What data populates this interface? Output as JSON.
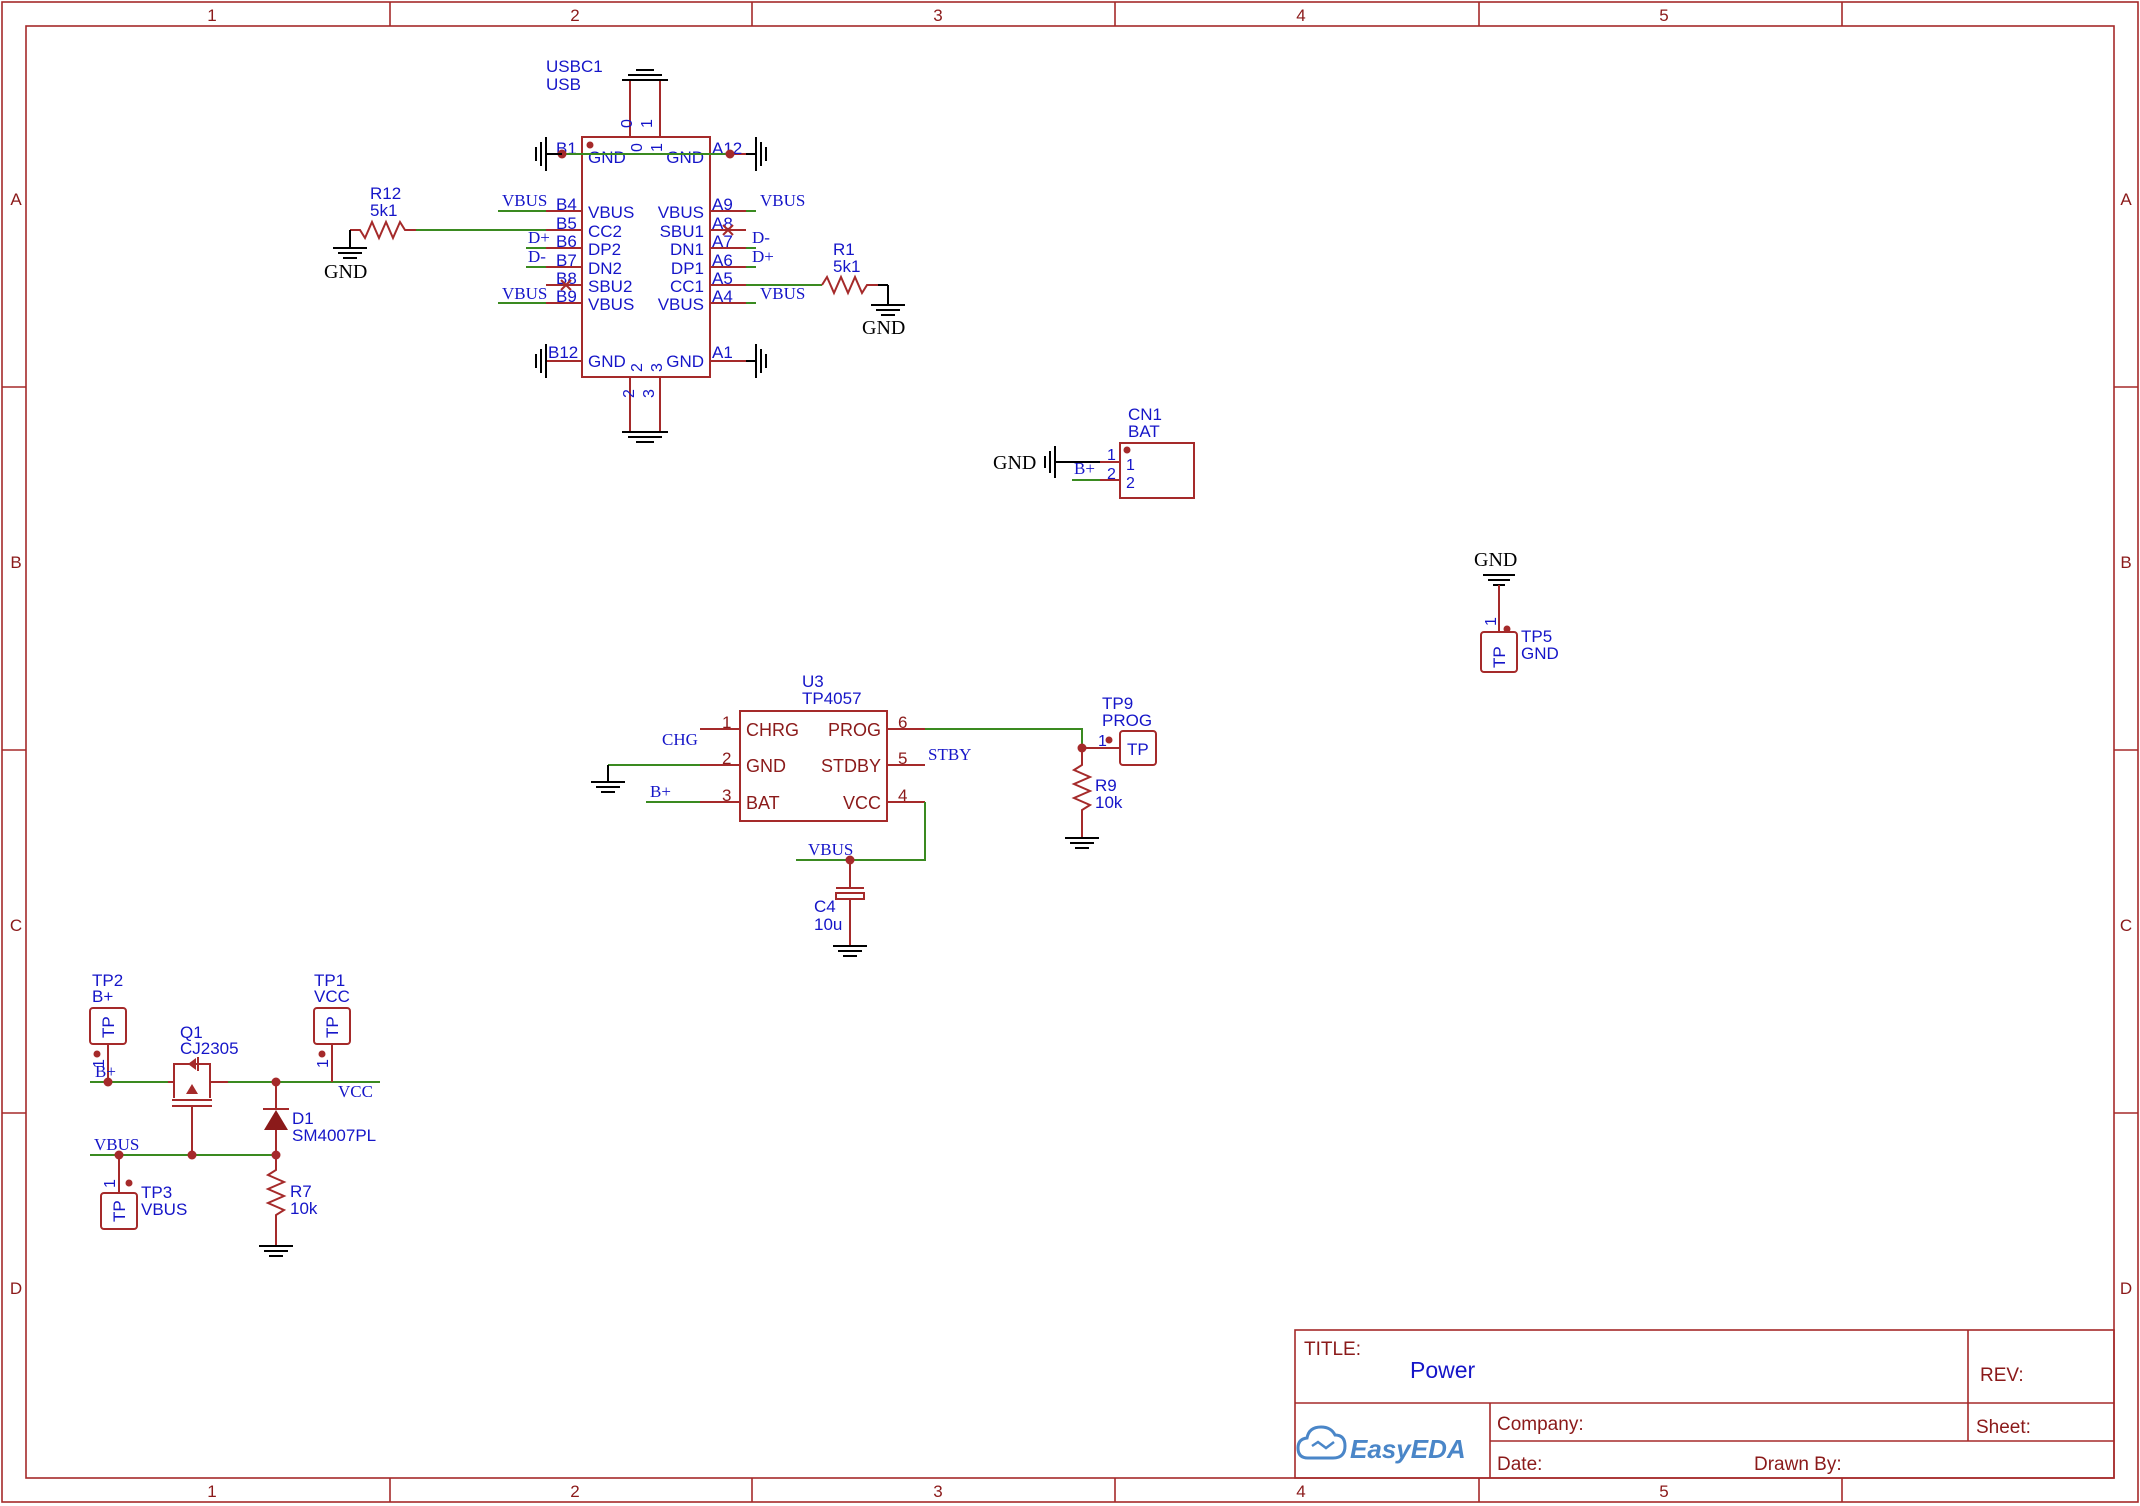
{
  "title_block": {
    "title_label": "TITLE:",
    "title_value": "Power",
    "rev_label": "REV:",
    "company_label": "Company:",
    "sheet_label": "Sheet:",
    "date_label": "Date:",
    "drawn_by_label": "Drawn By:",
    "logo_text": "EasyEDA"
  },
  "frame": {
    "columns": [
      "1",
      "2",
      "3",
      "4",
      "5"
    ],
    "rows": [
      "A",
      "B",
      "C",
      "D"
    ]
  },
  "components": {
    "usbc1": {
      "ref": "USBC1",
      "value": "USB",
      "top_pins": [
        "0",
        "1"
      ],
      "bottom_pins": [
        "2",
        "3"
      ],
      "inner_top": [
        "0",
        "1"
      ],
      "inner_bottom": [
        "2",
        "3"
      ],
      "left_pins": [
        "B1",
        "B4",
        "B5",
        "B6",
        "B7",
        "B8",
        "B9",
        "B12"
      ],
      "left_names": [
        "GND",
        "VBUS",
        "CC2",
        "DP2",
        "DN2",
        "SBU2",
        "VBUS",
        "GND"
      ],
      "right_pins": [
        "A12",
        "A9",
        "A8",
        "A7",
        "A6",
        "A5",
        "A4",
        "A1"
      ],
      "right_names": [
        "GND",
        "VBUS",
        "SBU1",
        "DN1",
        "DP1",
        "CC1",
        "VBUS",
        "GND"
      ]
    },
    "r12": {
      "ref": "R12",
      "value": "5k1"
    },
    "r1": {
      "ref": "R1",
      "value": "5k1"
    },
    "cn1": {
      "ref": "CN1",
      "value": "BAT",
      "pins": [
        "1",
        "2"
      ],
      "inner": [
        "1",
        "2"
      ]
    },
    "tp5": {
      "ref": "TP5",
      "value": "GND",
      "pin": "1",
      "label": "TP"
    },
    "u3": {
      "ref": "U3",
      "value": "TP4057",
      "left_pins": [
        "1",
        "2",
        "3"
      ],
      "left_names": [
        "CHRG",
        "GND",
        "BAT"
      ],
      "right_pins": [
        "6",
        "5",
        "4"
      ],
      "right_names": [
        "PROG",
        "STDBY",
        "VCC"
      ]
    },
    "tp9": {
      "ref": "TP9",
      "value": "PROG",
      "pin": "1",
      "label": "TP"
    },
    "r9": {
      "ref": "R9",
      "value": "10k"
    },
    "c4": {
      "ref": "C4",
      "value": "10u"
    },
    "tp2": {
      "ref": "TP2",
      "value": "B+",
      "pin": "1",
      "label": "TP"
    },
    "tp1": {
      "ref": "TP1",
      "value": "VCC",
      "pin": "1",
      "label": "TP"
    },
    "q1": {
      "ref": "Q1",
      "value": "CJ2305"
    },
    "d1": {
      "ref": "D1",
      "value": "SM4007PL"
    },
    "r7": {
      "ref": "R7",
      "value": "10k"
    },
    "tp3": {
      "ref": "TP3",
      "value": "VBUS",
      "pin": "1",
      "label": "TP"
    }
  },
  "nets": {
    "vbus": "VBUS",
    "gnd": "GND",
    "d_plus": "D+",
    "d_minus": "D-",
    "b_plus": "B+",
    "chg": "CHG",
    "stby": "STBY",
    "vcc": "VCC"
  },
  "colors": {
    "frame": "#a52a2a",
    "wire": "#3a8a20",
    "label": "#1515c8",
    "ground": "#000000"
  }
}
